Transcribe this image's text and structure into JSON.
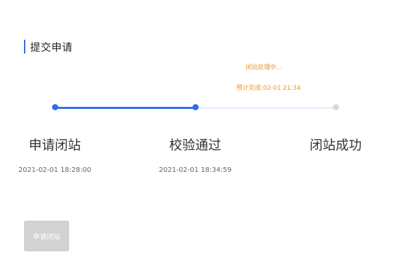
{
  "section": {
    "title": "提交申请"
  },
  "status": {
    "processing": "闭站处理中...",
    "eta": "预计完成:02-01 21:34",
    "color": "#f0932b"
  },
  "steps": [
    {
      "label": "申请闭站",
      "time": "2021-02-01 18:28:00",
      "state": "done"
    },
    {
      "label": "校验通过",
      "time": "2021-02-01 18:34:59",
      "state": "current"
    },
    {
      "label": "闭站成功",
      "time": "",
      "state": "pending"
    }
  ],
  "progress": {
    "completed_steps": 2,
    "total_steps": 3
  },
  "actions": {
    "apply_label": "申请闭站",
    "apply_disabled": true
  },
  "colors": {
    "accent": "#2f6ee8",
    "track_pending": "#e8f0fd",
    "dot_inactive": "#d7d9de",
    "button_disabled": "#d2d2d2"
  }
}
